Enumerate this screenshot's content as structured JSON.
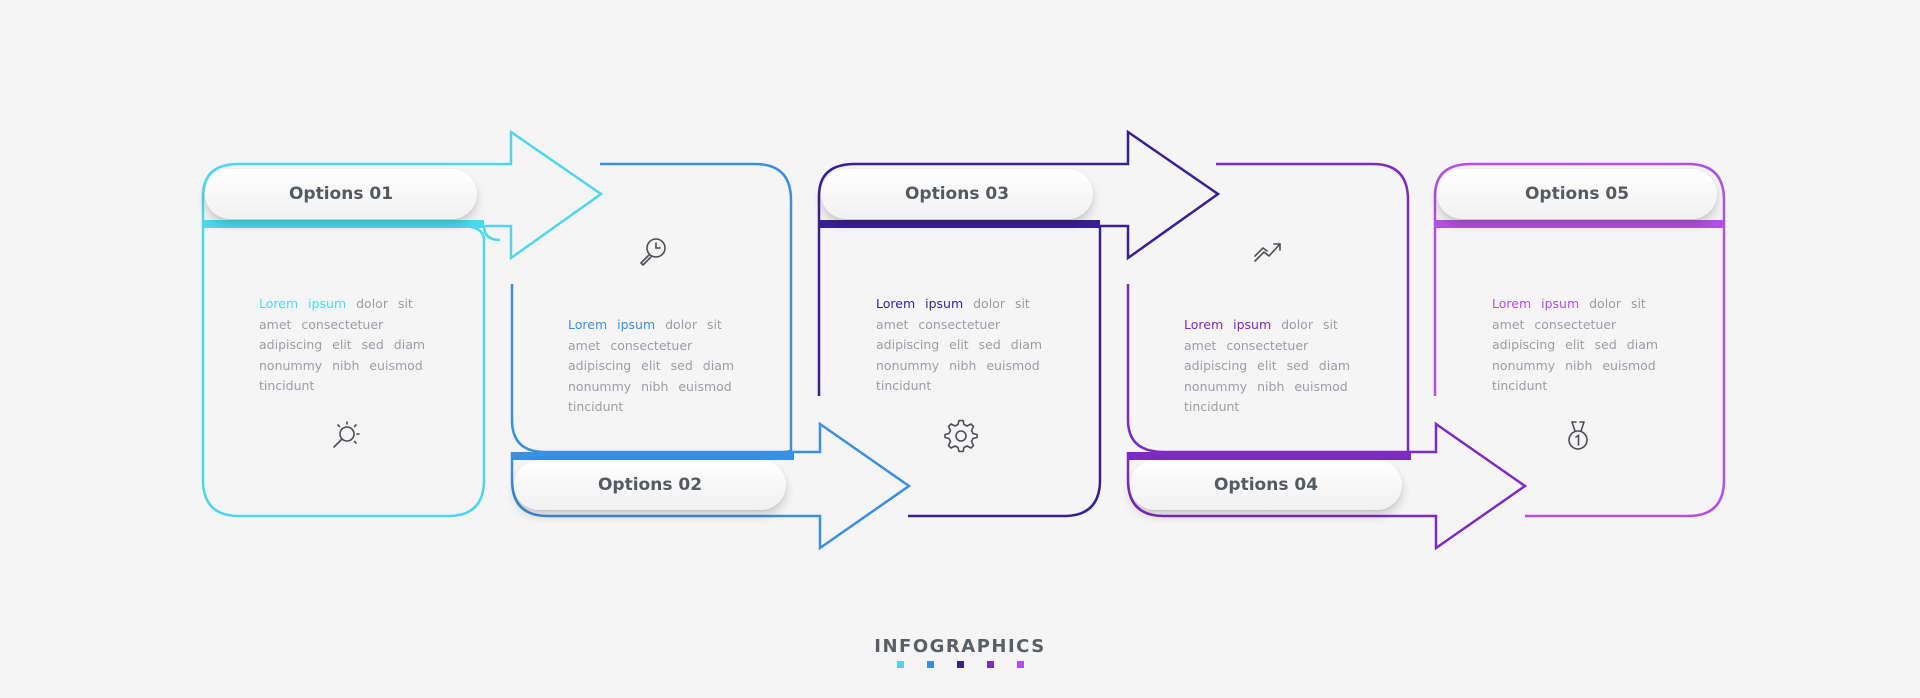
{
  "colors": {
    "c1": "#4dd7ef",
    "c2": "#3a8fe0",
    "c3": "#3a1f94",
    "c4": "#7d2bc2",
    "c5": "#b44fe6",
    "text": "#555a60",
    "muted": "#9a9ea4"
  },
  "steps": [
    {
      "title": "Options 01",
      "color": "#4dd7ef",
      "highlight": [
        "Lorem",
        "ipsum"
      ],
      "text": "dolor sit amet consectetuer adipiscing elit sed diam nonummy nibh euismod tincidunt",
      "icon": "lightbulb-icon"
    },
    {
      "title": "Options 02",
      "color": "#3a8fe0",
      "highlight": [
        "Lorem",
        "ipsum"
      ],
      "text": "dolor sit amet consectetuer adipiscing elit sed diam nonummy nibh euismod tincidunt",
      "icon": "search-clock-icon"
    },
    {
      "title": "Options 03",
      "color": "#3a1f94",
      "highlight": [
        "Lorem",
        "ipsum"
      ],
      "text": "dolor sit amet consectetuer adipiscing elit sed diam nonummy nibh euismod tincidunt",
      "icon": "gear-icon"
    },
    {
      "title": "Options 04",
      "color": "#7d2bc2",
      "highlight": [
        "Lorem",
        "ipsum"
      ],
      "text": "dolor sit amet consectetuer adipiscing elit sed diam nonummy nibh euismod tincidunt",
      "icon": "trend-up-icon"
    },
    {
      "title": "Options 05",
      "color": "#b44fe6",
      "highlight": [
        "Lorem",
        "ipsum"
      ],
      "text": "dolor sit amet consectetuer adipiscing elit sed diam nonummy nibh euismod tincidunt",
      "icon": "medal-icon"
    }
  ],
  "brand": "INFOGRAPHICS"
}
